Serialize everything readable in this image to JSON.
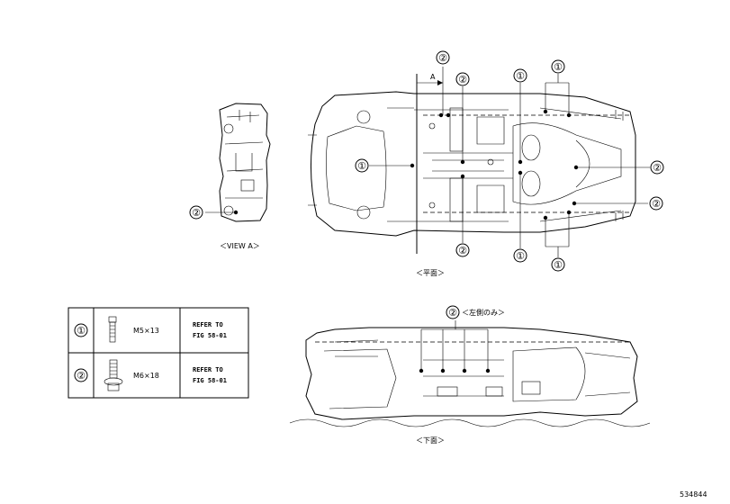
{
  "callout_1": "①",
  "callout_2": "②",
  "labels": {
    "view_a": "＜VIEW A＞",
    "top_view": "＜平面＞",
    "bottom_view": "＜下面＞",
    "left_side_only": "＜左側のみ＞",
    "arrow_a": "A"
  },
  "table": {
    "rows": [
      {
        "callout": "①",
        "size": "M5×13",
        "ref_line1": "REFER TO",
        "ref_line2": "FIG 58-01"
      },
      {
        "callout": "②",
        "size": "M6×18",
        "ref_line1": "REFER TO",
        "ref_line2": "FIG 58-01"
      }
    ]
  },
  "figure_id": "534844"
}
